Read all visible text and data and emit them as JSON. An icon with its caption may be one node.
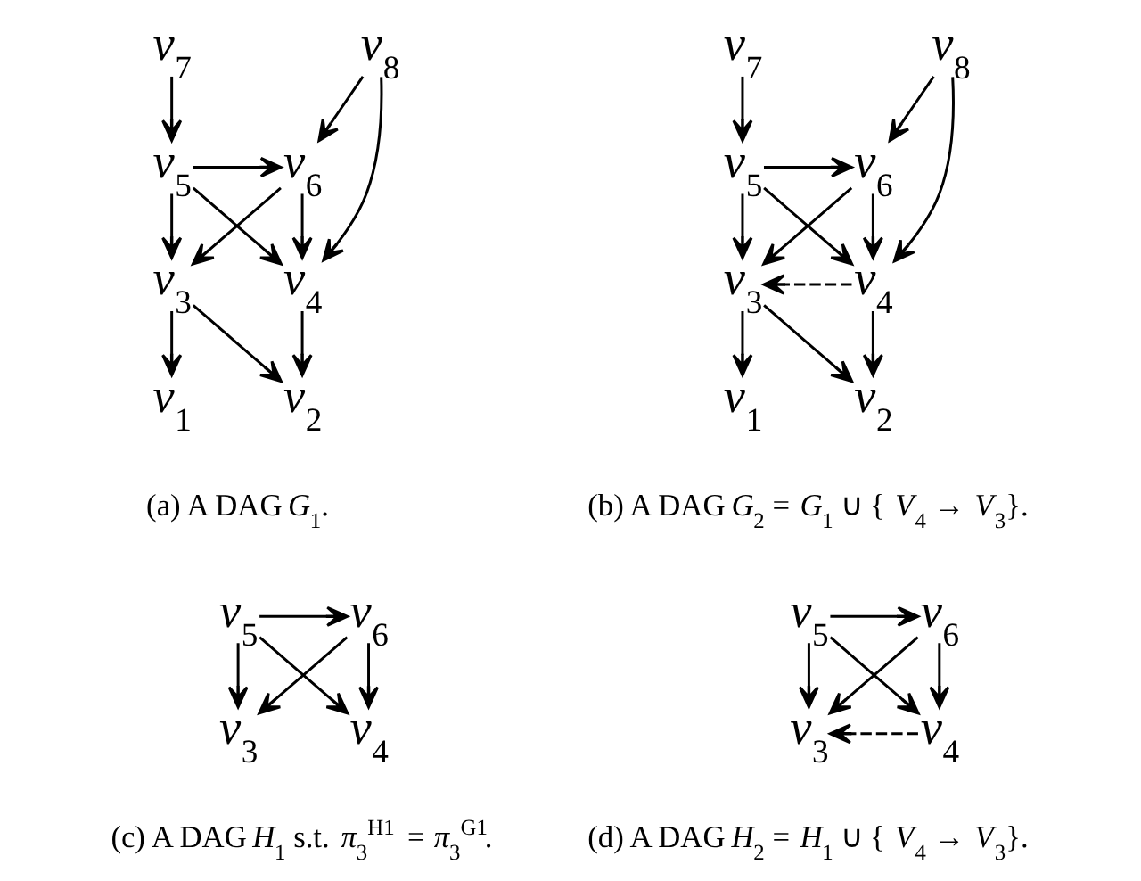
{
  "diagram": {
    "nodes": [
      {
        "text": [
          "*v*$_{7}$"
        ]
      },
      {
        "text": [
          "*v*$_{8}$"
        ]
      },
      {
        "text": [
          "*v*$_{5}$"
        ]
      },
      {
        "text": [
          "*v*$_{6}$"
        ]
      },
      {
        "text": [
          "*v*$_{3}$"
        ]
      },
      {
        "text": [
          "*v*$_{4}$"
        ]
      },
      {
        "text": [
          "*v*$_{1}$"
        ]
      },
      {
        "text": [
          "*v*$_{2}$"
        ]
      },
      {
        "text": [
          "*v*$_{7}$"
        ]
      },
      {
        "text": [
          "*v*$_{8}$"
        ]
      },
      {
        "text": [
          "*v*$_{5}$"
        ]
      },
      {
        "text": [
          "*v*$_{6}$"
        ]
      },
      {
        "text": [
          "*v*$_{3}$"
        ]
      },
      {
        "text": [
          "*v*$_{4}$"
        ]
      },
      {
        "text": [
          "*v*$_{1}$"
        ]
      },
      {
        "text": [
          "*v*$_{2}$"
        ]
      },
      {
        "text": [
          "*v*$_{5}$"
        ]
      },
      {
        "text": [
          "*v*$_{6}$"
        ]
      },
      {
        "text": [
          "*v*$_{3}$"
        ]
      },
      {
        "text": [
          "*v*$_{4}$"
        ]
      },
      {
        "text": [
          "*v*$_{5}$"
        ]
      },
      {
        "text": [
          "*v*$_{6}$"
        ]
      },
      {
        "text": [
          "*v*$_{3}$"
        ]
      },
      {
        "text": [
          "*v*$_{4}$"
        ]
      }
    ],
    "edges": [
      {
        "from": 0,
        "to": 2,
        "arrow": "to"
      },
      {
        "from": 1,
        "to": 3,
        "arrow": "to"
      },
      {
        "from": 1,
        "to": 5,
        "arrow": "to"
      },
      {
        "from": 2,
        "to": 3,
        "arrow": "to"
      },
      {
        "from": 2,
        "to": 4,
        "arrow": "to"
      },
      {
        "from": 2,
        "to": 5,
        "arrow": "to"
      },
      {
        "from": 3,
        "to": 4,
        "arrow": "to"
      },
      {
        "from": 3,
        "to": 5,
        "arrow": "to"
      },
      {
        "from": 4,
        "to": 6,
        "arrow": "to"
      },
      {
        "from": 4,
        "to": 7,
        "arrow": "to"
      },
      {
        "from": 5,
        "to": 7,
        "arrow": "to"
      },
      {
        "from": 8,
        "to": 10,
        "arrow": "to"
      },
      {
        "from": 9,
        "to": 11,
        "arrow": "to"
      },
      {
        "from": 9,
        "to": 13,
        "arrow": "to"
      },
      {
        "from": 10,
        "to": 11,
        "arrow": "to"
      },
      {
        "from": 10,
        "to": 12,
        "arrow": "to"
      },
      {
        "from": 10,
        "to": 13,
        "arrow": "to"
      },
      {
        "from": 11,
        "to": 12,
        "arrow": "to"
      },
      {
        "from": 11,
        "to": 13,
        "arrow": "to"
      },
      {
        "from": 13,
        "to": 12,
        "arrow": "to",
        "style": "dashed"
      },
      {
        "from": 12,
        "to": 14,
        "arrow": "to"
      },
      {
        "from": 12,
        "to": 15,
        "arrow": "to"
      },
      {
        "from": 13,
        "to": 15,
        "arrow": "to"
      },
      {
        "from": 16,
        "to": 17,
        "arrow": "to"
      },
      {
        "from": 16,
        "to": 18,
        "arrow": "to"
      },
      {
        "from": 16,
        "to": 19,
        "arrow": "to"
      },
      {
        "from": 17,
        "to": 18,
        "arrow": "to"
      },
      {
        "from": 17,
        "to": 19,
        "arrow": "to"
      },
      {
        "from": 20,
        "to": 21,
        "arrow": "to"
      },
      {
        "from": 20,
        "to": 22,
        "arrow": "to"
      },
      {
        "from": 20,
        "to": 23,
        "arrow": "to"
      },
      {
        "from": 21,
        "to": 22,
        "arrow": "to"
      },
      {
        "from": 21,
        "to": 23,
        "arrow": "to"
      },
      {
        "from": 23,
        "to": 22,
        "arrow": "to",
        "style": "dashed"
      }
    ],
    "labels": [
      "(a) A DAG *G*$_{1}$.",
      "(b) A DAG *G*$_{2}$ = *G*$_{1}$ ∪ {*V*$_{4}$ → *V*$_{3}$}.",
      "(c) A DAG *H*$_{1}$ s.t. *π*$_{3}$$^{H1}$ = *π*$_{3}$$^{G1}$.",
      "(d) A DAG *H*$_{2}$ = *H*$_{1}$ ∪ {*V*$_{4}$ → *V*$_{3}$}."
    ]
  }
}
